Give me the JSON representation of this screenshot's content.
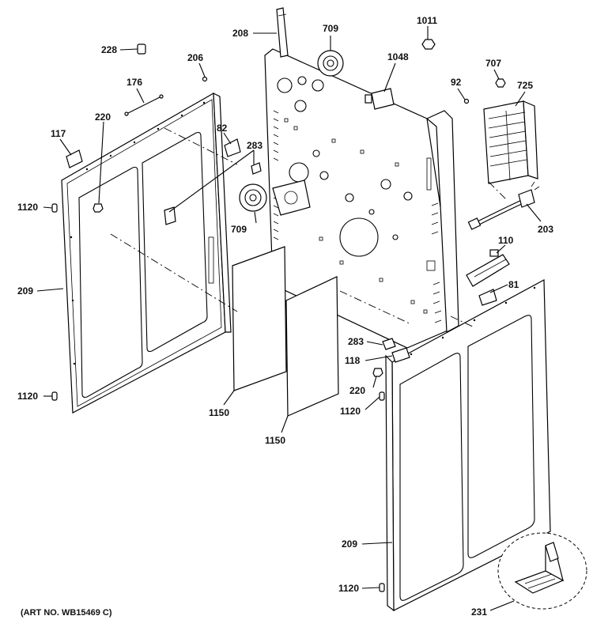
{
  "callouts": [
    {
      "id": "c228",
      "text": "228"
    },
    {
      "id": "c206",
      "text": "206"
    },
    {
      "id": "c176",
      "text": "176"
    },
    {
      "id": "c220a",
      "text": "220"
    },
    {
      "id": "c117",
      "text": "117"
    },
    {
      "id": "c82",
      "text": "82"
    },
    {
      "id": "c283a",
      "text": "283"
    },
    {
      "id": "c1120a",
      "text": "1120"
    },
    {
      "id": "c709b",
      "text": "709"
    },
    {
      "id": "c209a",
      "text": "209"
    },
    {
      "id": "c1120b",
      "text": "1120"
    },
    {
      "id": "c1150a",
      "text": "1150"
    },
    {
      "id": "c1150b",
      "text": "1150"
    },
    {
      "id": "c208",
      "text": "208"
    },
    {
      "id": "c709a",
      "text": "709"
    },
    {
      "id": "c1011",
      "text": "1011"
    },
    {
      "id": "c1048",
      "text": "1048"
    },
    {
      "id": "c92",
      "text": "92"
    },
    {
      "id": "c707",
      "text": "707"
    },
    {
      "id": "c725",
      "text": "725"
    },
    {
      "id": "c203",
      "text": "203"
    },
    {
      "id": "c110",
      "text": "110"
    },
    {
      "id": "c81",
      "text": "81"
    },
    {
      "id": "c283b",
      "text": "283"
    },
    {
      "id": "c118",
      "text": "118"
    },
    {
      "id": "c220b",
      "text": "220"
    },
    {
      "id": "c1120c",
      "text": "1120"
    },
    {
      "id": "c209b",
      "text": "209"
    },
    {
      "id": "c1120d",
      "text": "1120"
    },
    {
      "id": "c231",
      "text": "231"
    }
  ],
  "art_number": "(ART NO. WB15469 C)"
}
